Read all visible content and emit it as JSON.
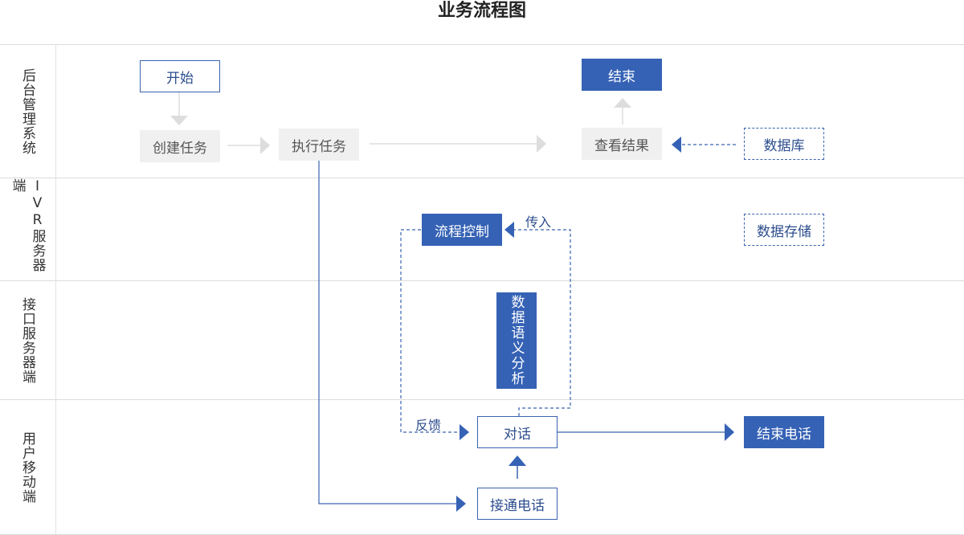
{
  "title": "业务流程图",
  "lanes": [
    {
      "label": "后台管理系统"
    },
    {
      "label": "IVR服务器端"
    },
    {
      "label": "接口服务器端"
    },
    {
      "label": "用户移动端"
    }
  ],
  "nodes": {
    "start": "开始",
    "create_task": "创建任务",
    "execute_task": "执行任务",
    "end": "结束",
    "view_result": "查看结果",
    "database": "数据库",
    "flow_control": "流程控制",
    "data_storage": "数据存储",
    "semantic_analysis": "数据语义分析",
    "dialogue": "对话",
    "end_call": "结束电话",
    "connect_call": "接通电话"
  },
  "edge_labels": {
    "pass_in": "传入",
    "feedback": "反馈"
  },
  "colors": {
    "accent": "#3562b5",
    "gray_arrow": "#dddddd"
  }
}
